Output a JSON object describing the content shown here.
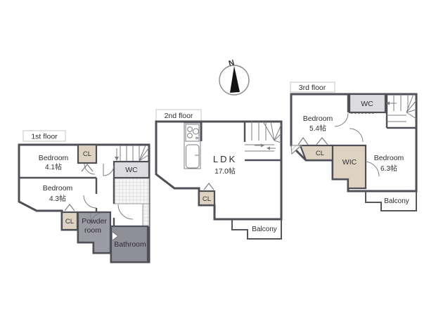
{
  "colors": {
    "wall": "#4f4f57",
    "fixture_line": "#7d7d84",
    "closet_fill": "#ded3c2",
    "wc_fill": "#dcdcdf",
    "powder_room_fill": "#9b9ba3",
    "bathroom_fill": "#8f8f97",
    "text": "#2e2e31",
    "background": "#ffffff"
  },
  "compass": {
    "north_label": "N"
  },
  "floor1": {
    "label": "1st floor",
    "bedroom_a": {
      "name": "Bedroom",
      "size": "4.1帖"
    },
    "bedroom_b": {
      "name": "Bedroom",
      "size": "4.3帖"
    },
    "closet_a": "CL",
    "closet_b": "CL",
    "wc": "WC",
    "powder_room_line1": "Powder",
    "powder_room_line2": "room",
    "bathroom": "Bathroom"
  },
  "floor2": {
    "label": "2nd floor",
    "ldk_name": "LDK",
    "ldk_size": "17.0帖",
    "closet": "CL",
    "balcony": "Balcony"
  },
  "floor3": {
    "label": "3rd floor",
    "bedroom_a": {
      "name": "Bedroom",
      "size": "5.4帖"
    },
    "bedroom_b": {
      "name": "Bedroom",
      "size": "6.3帖"
    },
    "wc": "WC",
    "closet": "CL",
    "wic": "WIC",
    "balcony": "Balcony"
  }
}
